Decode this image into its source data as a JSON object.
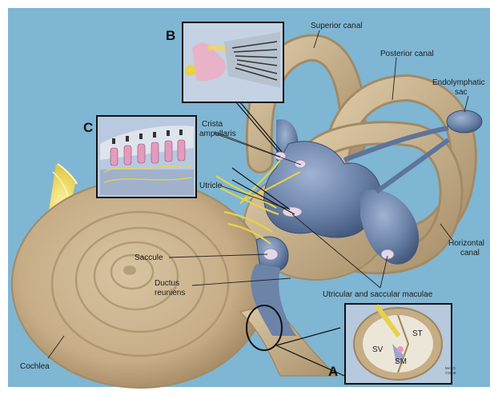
{
  "labels": {
    "superior_canal": "Superior canal",
    "posterior_canal": "Posterior canal",
    "endolymphatic_sac_1": "Endolymphatic",
    "endolymphatic_sac_2": "sac",
    "crista_1": "Crista",
    "crista_2": "ampullaris",
    "utricle": "Utricle",
    "horizontal_canal_1": "Horizontal",
    "horizontal_canal_2": "canal",
    "saccule": "Saccule",
    "ductus_1": "Ductus",
    "ductus_2": "reuniens",
    "maculae": "Utricular and saccular maculae",
    "cochlea": "Cochlea"
  },
  "insets": {
    "a": "A",
    "b": "B",
    "c": "C"
  },
  "cross_section": {
    "sv": "SV",
    "sm": "SM",
    "st": "ST"
  },
  "credit": {
    "line1": "MAYO",
    "line2": "©2008"
  },
  "colors": {
    "background": "#7fb6d3",
    "bone": "#cdb795",
    "membrane": "#6b82a8",
    "nerve": "#e6d24a"
  }
}
